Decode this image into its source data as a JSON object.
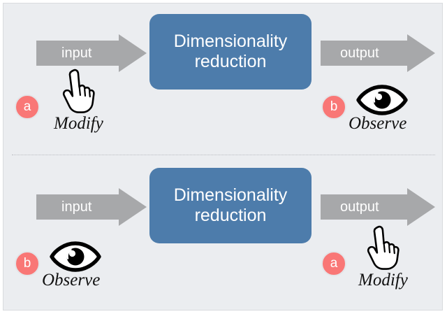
{
  "figure": {
    "background_color": "#ebedf0",
    "box_color": "#4d7cab",
    "arrow_color": "#a7a8aa",
    "badge_color": "#f97776",
    "arrow_label_color": "#ffffff"
  },
  "process_label": "Dimensionality\nreduction",
  "process_label_line1": "Dimensionality",
  "process_label_line2": "reduction",
  "arrows": {
    "input_label": "input",
    "output_label": "output"
  },
  "panels": [
    {
      "id": "panel-top",
      "left_annotation": {
        "badge": "a",
        "icon": "hand-pointer-icon",
        "caption": "Modify"
      },
      "right_annotation": {
        "badge": "b",
        "icon": "eye-icon",
        "caption": "Observe"
      }
    },
    {
      "id": "panel-bottom",
      "left_annotation": {
        "badge": "b",
        "icon": "eye-icon",
        "caption": "Observe"
      },
      "right_annotation": {
        "badge": "a",
        "icon": "hand-pointer-icon",
        "caption": "Modify"
      }
    }
  ]
}
